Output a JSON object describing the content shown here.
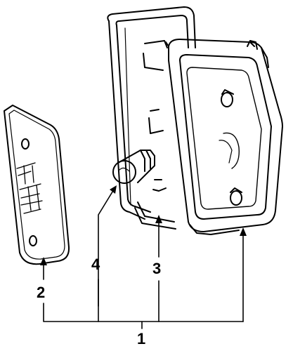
{
  "callouts": {
    "part1": "1",
    "part2": "2",
    "part3": "3",
    "part4": "4"
  },
  "colors": {
    "line": "#000000",
    "background": "#ffffff"
  }
}
